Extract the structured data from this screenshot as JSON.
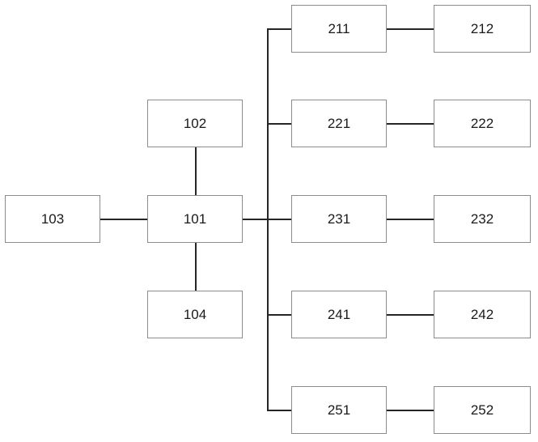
{
  "nodes": {
    "n101": "101",
    "n102": "102",
    "n103": "103",
    "n104": "104",
    "n211": "211",
    "n212": "212",
    "n221": "221",
    "n222": "222",
    "n231": "231",
    "n232": "232",
    "n241": "241",
    "n242": "242",
    "n251": "251",
    "n252": "252"
  },
  "edges": [
    [
      "103",
      "101"
    ],
    [
      "102",
      "101"
    ],
    [
      "104",
      "101"
    ],
    [
      "101",
      "211"
    ],
    [
      "101",
      "221"
    ],
    [
      "101",
      "231"
    ],
    [
      "101",
      "241"
    ],
    [
      "101",
      "251"
    ],
    [
      "211",
      "212"
    ],
    [
      "221",
      "222"
    ],
    [
      "231",
      "232"
    ],
    [
      "241",
      "242"
    ],
    [
      "251",
      "252"
    ]
  ],
  "colors": {
    "line": "#262626",
    "box_border": "#8c8c8c",
    "text": "#1a1a1a"
  }
}
